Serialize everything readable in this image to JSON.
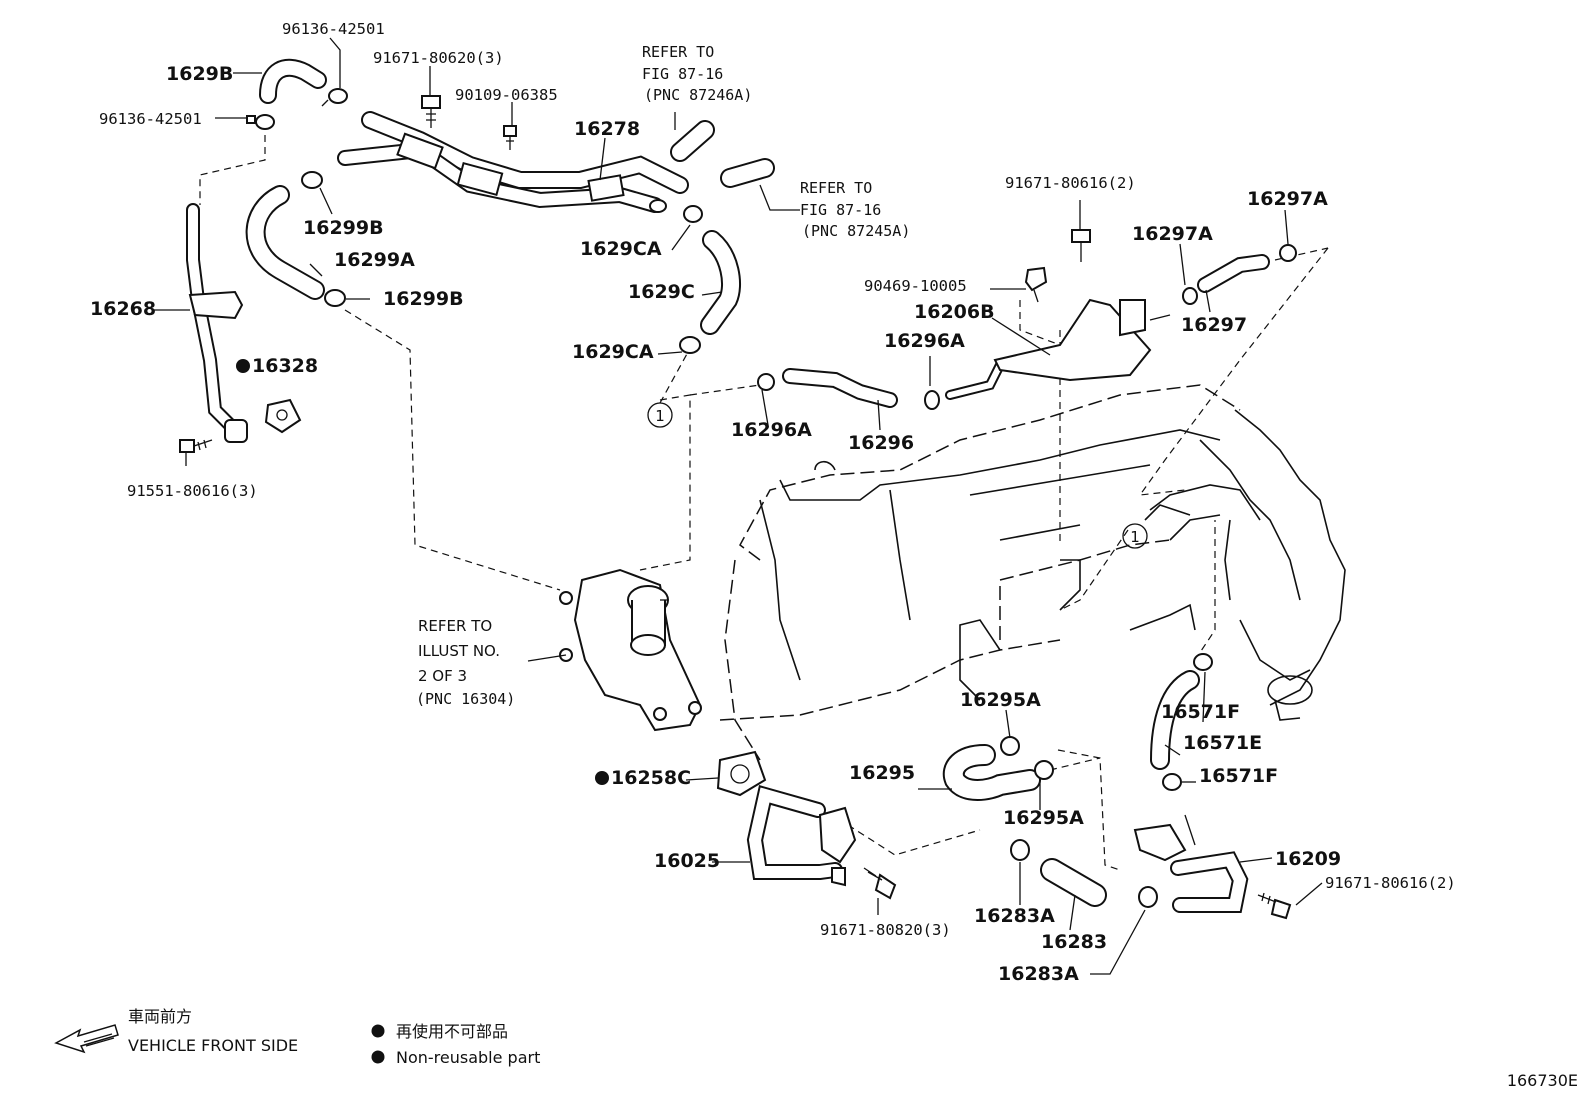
{
  "labels": {
    "l_96136_42501_top": "96136-42501",
    "l_1629B": "1629B",
    "l_96136_42501_left": "96136-42501",
    "l_91671_80620": "91671-80620(3)",
    "l_90109_06385": "90109-06385",
    "l_16278": "16278",
    "l_16299B_1": "16299B",
    "l_16299A": "16299A",
    "l_16299B_2": "16299B",
    "l_16268": "16268",
    "l_16328": "16328",
    "l_91551_80616": "91551-80616(3)",
    "l_1629CA_1": "1629CA",
    "l_1629C": "1629C",
    "l_1629CA_2": "1629CA",
    "l_16296A_1": "16296A",
    "l_16296": "16296",
    "l_91671_80616_top": "91671-80616(2)",
    "l_90469_10005": "90469-10005",
    "l_16206B": "16206B",
    "l_16296A_2": "16296A",
    "l_16297A_1": "16297A",
    "l_16297A_2": "16297A",
    "l_16297": "16297",
    "l_16295A_1": "16295A",
    "l_16295": "16295",
    "l_16295A_2": "16295A",
    "l_16571F_1": "16571F",
    "l_16571E": "16571E",
    "l_16571F_2": "16571F",
    "l_16258C": "16258C",
    "l_16025": "16025",
    "l_91671_80820": "91671-80820(3)",
    "l_16283A_1": "16283A",
    "l_16283": "16283",
    "l_16283A_2": "16283A",
    "l_16209": "16209",
    "l_91671_80616_right": "91671-80616(2)"
  },
  "refers": {
    "r1": [
      "REFER TO",
      "FIG 87-16",
      "(PNC 87246A)"
    ],
    "r2": [
      "REFER TO",
      "FIG 87-16",
      "(PNC 87245A)"
    ],
    "r3": [
      "REFER TO",
      "ILLUST NO.",
      "2 OF 3",
      "(PNC 16304)"
    ]
  },
  "circle_refs": [
    "1",
    "1"
  ],
  "legend": {
    "direction_jp": "車両前方",
    "direction_en": "VEHICLE FRONT SIDE",
    "nonreusable_jp": "再使用不可部品",
    "nonreusable_en": "Non-reusable part"
  },
  "figure_id": "166730E",
  "colors": {
    "ink": "#111111",
    "background": "#ffffff"
  },
  "icons": [
    "front-arrow-icon",
    "non-reusable-dot-icon"
  ]
}
